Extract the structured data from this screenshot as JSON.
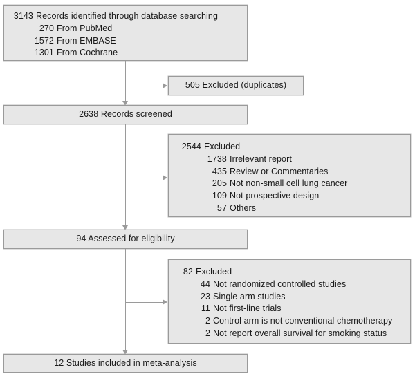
{
  "diagram": {
    "type": "prisma-flow-diagram",
    "colors": {
      "box_fill": "#e7e7e7",
      "box_border": "#9a9a9a",
      "connector": "#9a9a9a",
      "text": "#1a1a1a",
      "background": "#ffffff"
    },
    "nodes": {
      "identification": {
        "name": "records-identified",
        "lines": [
          {
            "count": "3143",
            "label": "Records identified through database searching"
          },
          {
            "count": "270",
            "label": "From PubMed"
          },
          {
            "count": "1572",
            "label": "From EMBASE"
          },
          {
            "count": "1301",
            "label": "From Cochrane"
          }
        ]
      },
      "duplicates_excluded": {
        "name": "duplicates-excluded",
        "text": "505 Excluded (duplicates)"
      },
      "screened": {
        "name": "records-screened",
        "text": "2638 Records screened"
      },
      "screening_excluded": {
        "name": "screening-excluded",
        "lines": [
          {
            "count": "2544",
            "label": "Excluded"
          },
          {
            "count": "1738",
            "label": "Irrelevant report"
          },
          {
            "count": "435",
            "label": "Review or Commentaries"
          },
          {
            "count": "205",
            "label": "Not non-small cell lung cancer"
          },
          {
            "count": "109",
            "label": "Not prospective design"
          },
          {
            "count": "57",
            "label": "Others"
          }
        ]
      },
      "eligibility": {
        "name": "assessed-for-eligibility",
        "text": "94 Assessed for eligibility"
      },
      "eligibility_excluded": {
        "name": "eligibility-excluded",
        "lines": [
          {
            "count": "82",
            "label": "Excluded"
          },
          {
            "count": "44",
            "label": "Not randomized controlled studies"
          },
          {
            "count": "23",
            "label": "Single arm studies"
          },
          {
            "count": "11",
            "label": "Not first-line trials"
          },
          {
            "count": "2",
            "label": "Control arm is not conventional chemotherapy"
          },
          {
            "count": "2",
            "label": "Not report overall survival for smoking status"
          }
        ]
      },
      "included": {
        "name": "studies-included",
        "text": "12 Studies included in meta-analysis"
      }
    }
  }
}
